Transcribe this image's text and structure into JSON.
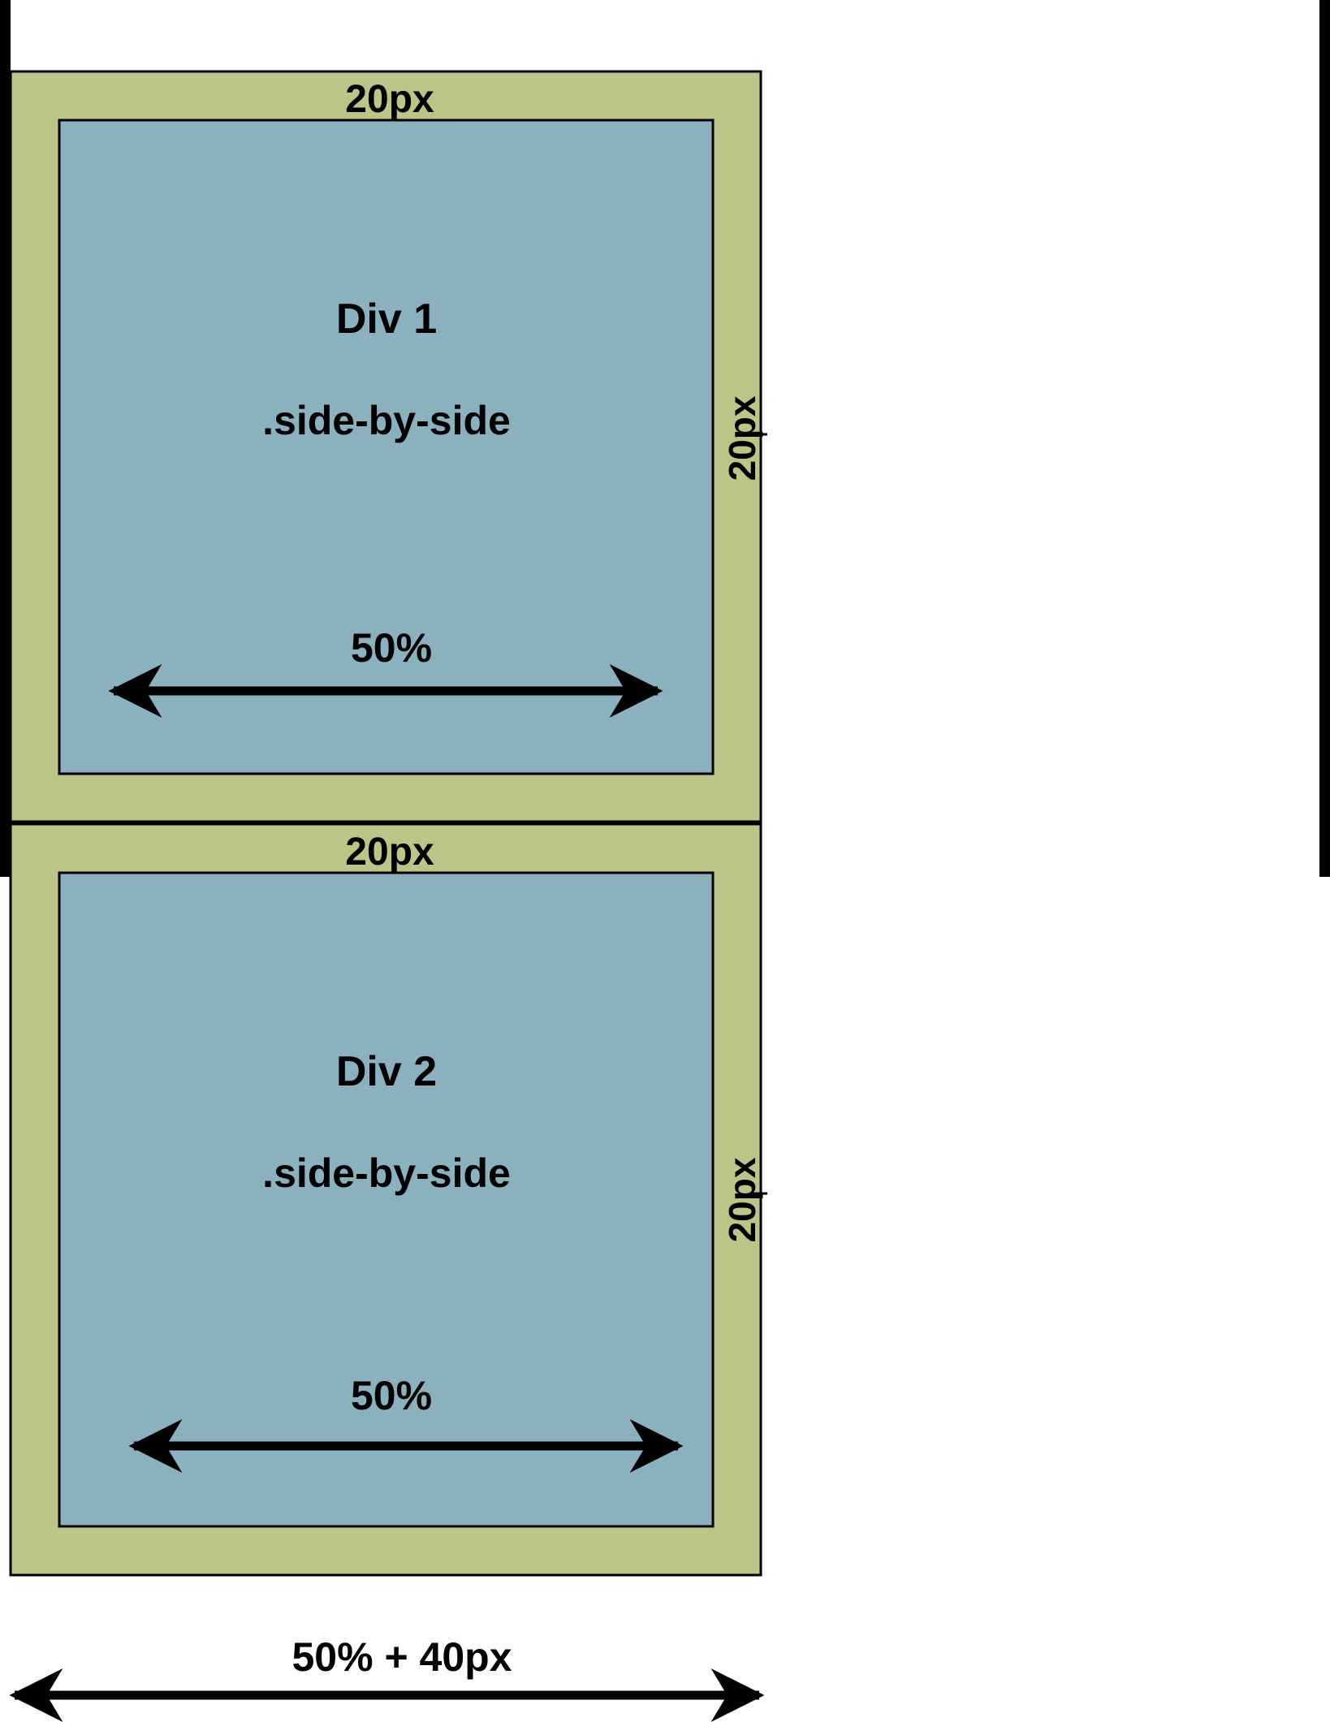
{
  "colors": {
    "padding_fill": "#bcc587",
    "content_fill": "#8bb1bf",
    "stroke": "#000000",
    "background": "#ffffff"
  },
  "divs": [
    {
      "title": "Div 1",
      "class_name": ".side-by-side",
      "padding_top_label": "20px",
      "padding_right_label": "20px",
      "width_label": "50%"
    },
    {
      "title": "Div 2",
      "class_name": ".side-by-side",
      "padding_top_label": "20px",
      "padding_right_label": "20px",
      "width_label": "50%"
    }
  ],
  "total_width_label": "50% + 40px"
}
